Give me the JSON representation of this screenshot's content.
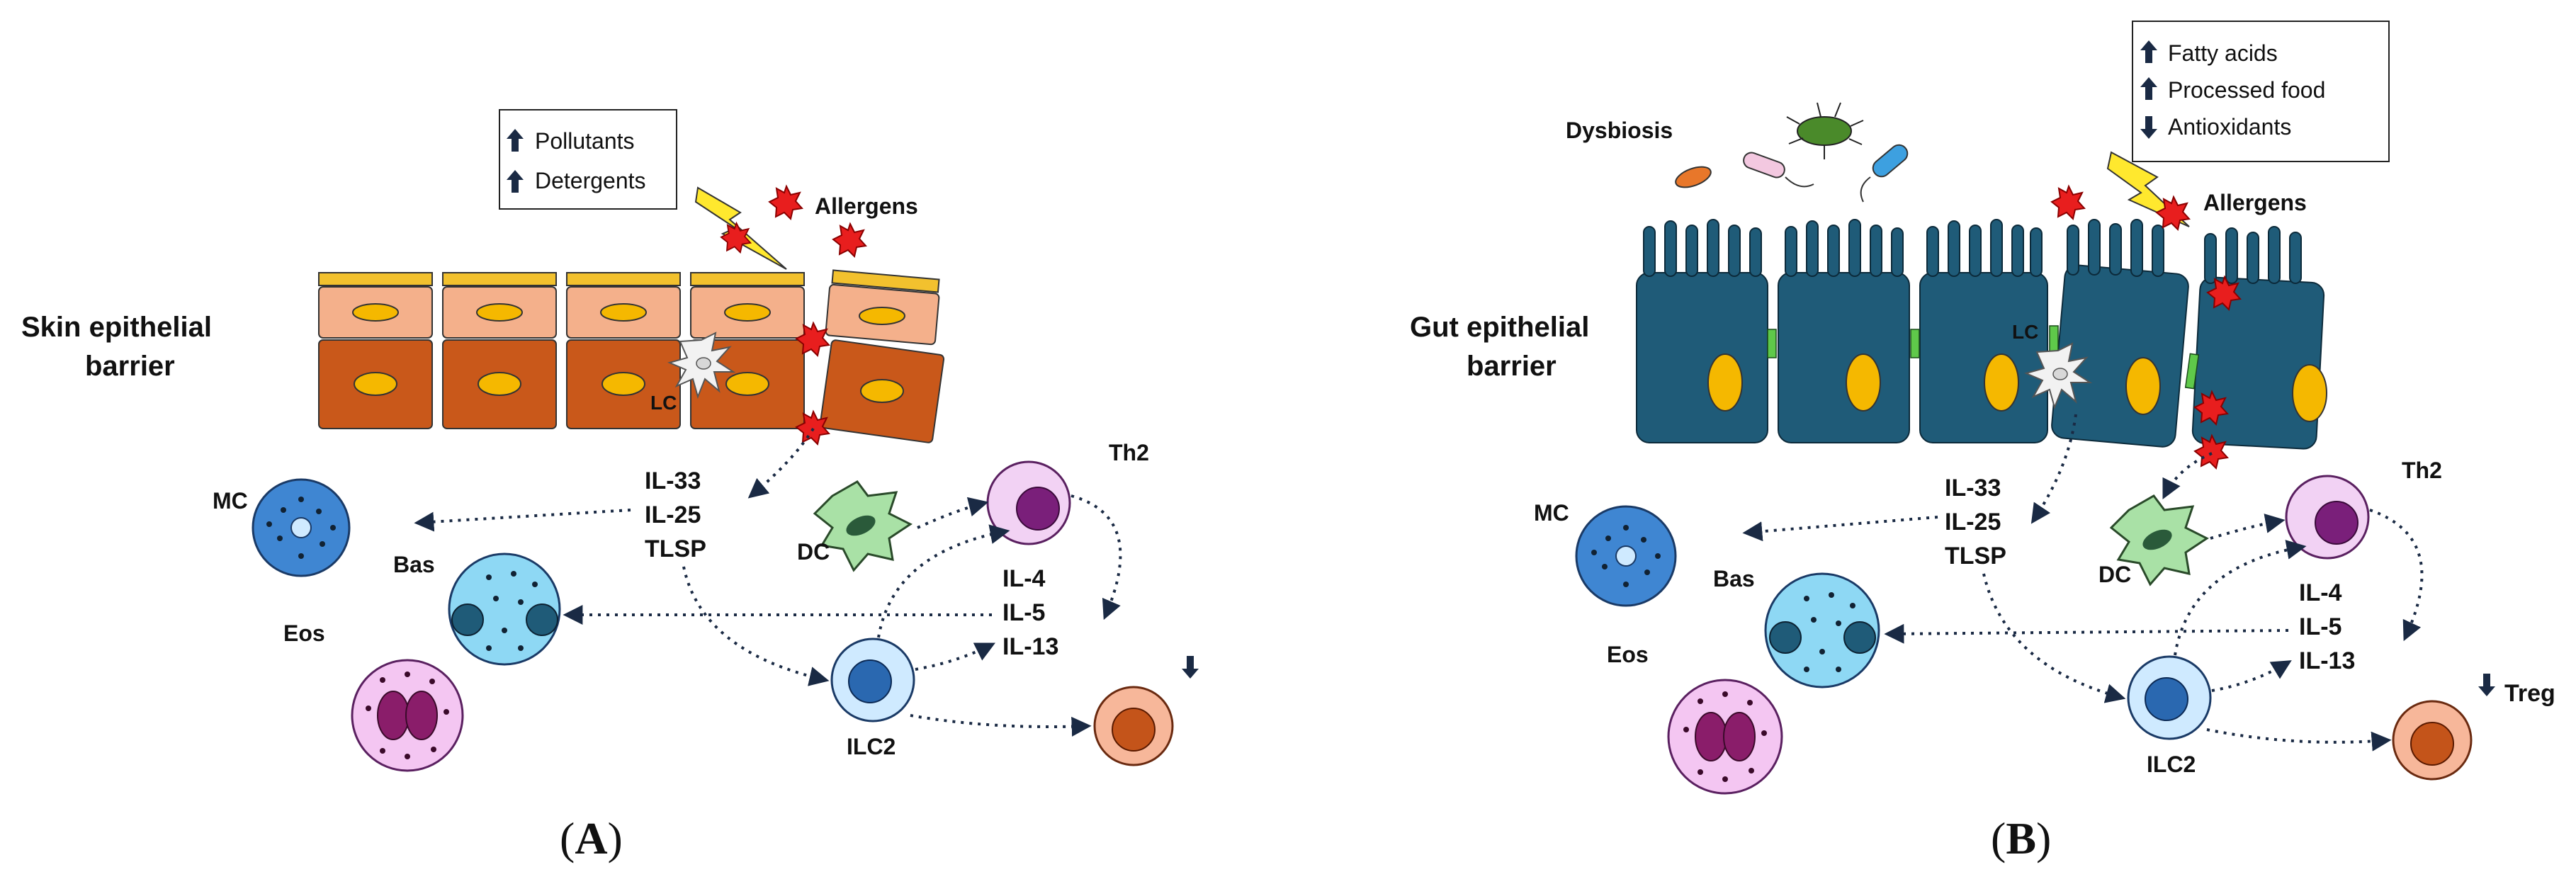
{
  "colors": {
    "skin_top": "#f4b08b",
    "skin_bottom": "#c9581a",
    "skin_stratum": "#f2c12e",
    "nucleus": "#f5b800",
    "gut_cell": "#1f5b78",
    "junction": "#5fc94a",
    "allergen": "#e81e1e",
    "lightning": "#ffe82e",
    "mc": "#3f86d2",
    "bas": "#8ed8f4",
    "eos": "#f4c6f2",
    "th2_nucleus": "#7a1f7a",
    "ilc2_nucleus": "#2a68b0",
    "treg_body": "#f7b79a",
    "treg_nucleus": "#c4541a",
    "dc": "#a9e1a6",
    "arrow": "#1a2a44"
  },
  "panel_a": {
    "label_open": "(",
    "label_letter": "A",
    "label_close": ")",
    "tissue_label_line1": "Skin epithelial",
    "tissue_label_line2": "barrier",
    "box_items": [
      {
        "dir": "up",
        "text": "Pollutants"
      },
      {
        "dir": "up",
        "text": "Detergents"
      }
    ],
    "allergens": "Allergens",
    "lc": "LC",
    "cytokines_top": [
      "IL-33",
      "IL-25",
      "TLSP"
    ],
    "cytokines_mid": [
      "IL-4",
      "IL-5",
      "IL-13"
    ],
    "mc": "MC",
    "bas": "Bas",
    "eos": "Eos",
    "dc": "DC",
    "th2": "Th2",
    "ilc2": "ILC2"
  },
  "panel_b": {
    "label_open": "(",
    "label_letter": "B",
    "label_close": ")",
    "tissue_label_line1": "Gut epithelial",
    "tissue_label_line2": "barrier",
    "dysbiosis": "Dysbiosis",
    "box_items": [
      {
        "dir": "up",
        "text": "Fatty acids"
      },
      {
        "dir": "up",
        "text": "Processed food"
      },
      {
        "dir": "down",
        "text": "Antioxidants"
      }
    ],
    "allergens": "Allergens",
    "lc": "LC",
    "cytokines_top": [
      "IL-33",
      "IL-25",
      "TLSP"
    ],
    "cytokines_mid": [
      "IL-4",
      "IL-5",
      "IL-13"
    ],
    "mc": "MC",
    "bas": "Bas",
    "eos": "Eos",
    "dc": "DC",
    "th2": "Th2",
    "ilc2": "ILC2",
    "treg": "Treg"
  }
}
